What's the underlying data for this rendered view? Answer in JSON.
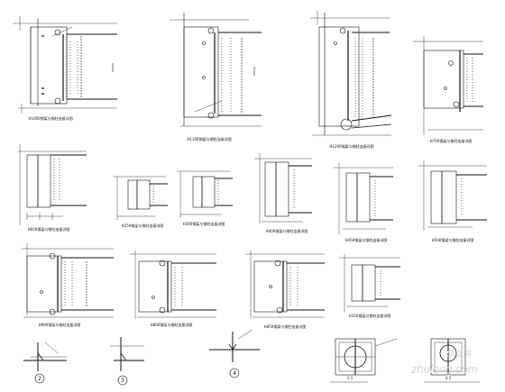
{
  "row1": [
    "H1000钢梁与钢柱连接详图",
    "H1100钢梁与钢柱连接详图",
    "H1200钢梁与钢柱连接详图",
    "H700钢梁与钢柱连接详图"
  ],
  "row2": [
    "H600钢梁与钢柱连接详图",
    "H250钢梁与钢柱连接详图",
    "H300钢梁与钢柱连接详图",
    "H400钢梁与钢柱连接详图",
    "H450钢梁与钢柱连接详图",
    "H500钢梁与钢柱连接详图"
  ],
  "row3": [
    "H900钢梁与钢柱连接详图",
    "H800钢梁与钢柱连接详图",
    "H850钢梁与钢柱连接详图",
    "H350钢梁与钢柱连接详图"
  ],
  "bottom": [
    "2",
    "3",
    "4",
    "1-1",
    "2-2"
  ],
  "watermark": {
    "brand": "zhulong.com",
    "chinese": "筑龙网"
  }
}
